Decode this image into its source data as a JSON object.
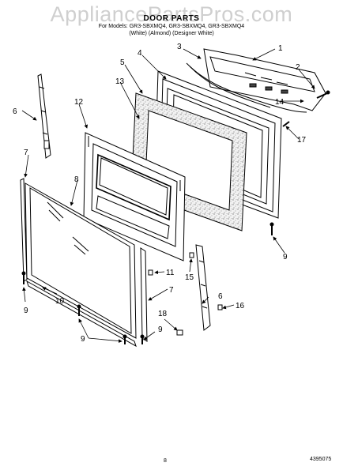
{
  "watermark": "AppliancePartsPros.com",
  "header": {
    "title": "DOOR PARTS",
    "subtitle": "For Models: GR3-SBXMQ4, GR3-SBXMQ4, GR3-SBXMQ4",
    "variants": "(White)      (Almond)     (Designer White)"
  },
  "callouts": {
    "c1": "1",
    "c2": "2",
    "c3": "3",
    "c4": "4",
    "c5": "5",
    "c6a": "6",
    "c6b": "6",
    "c7a": "7",
    "c7b": "7",
    "c8": "8",
    "c9a": "9",
    "c9b": "9",
    "c9c": "9",
    "c9d": "9",
    "c10": "10",
    "c11": "11",
    "c12": "12",
    "c13": "13",
    "c14": "14",
    "c15": "15",
    "c16": "16",
    "c17": "17",
    "c18": "18"
  },
  "footer": {
    "page": "8",
    "doc_number": "4395075"
  }
}
